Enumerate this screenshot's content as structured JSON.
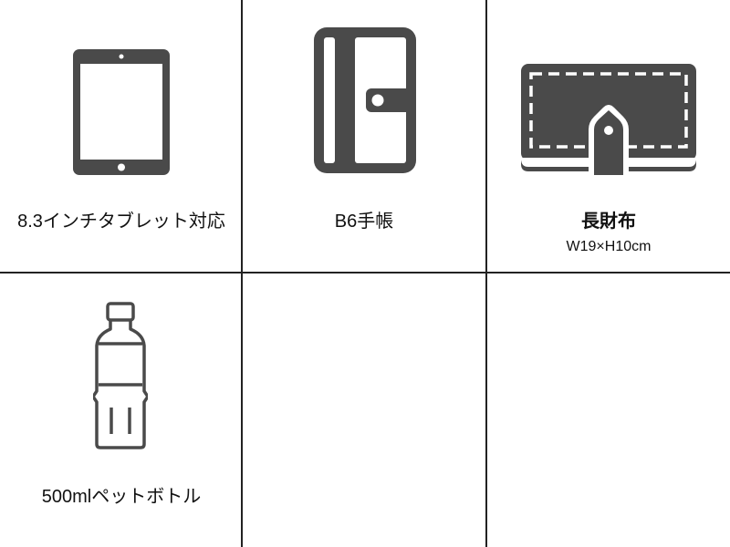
{
  "colors": {
    "icon": "#4a4a4a",
    "grid_line": "#222222",
    "background": "#ffffff",
    "text": "#111111"
  },
  "cells": [
    {
      "label": "8.3インチタブレット対応",
      "icon": "tablet-icon"
    },
    {
      "label": "B6手帳",
      "icon": "notebook-icon"
    },
    {
      "label": "長財布",
      "sublabel": "W19×H10cm",
      "icon": "long-wallet-icon"
    },
    {
      "label": "500mlペットボトル",
      "icon": "plastic-bottle-icon"
    },
    {
      "label": ""
    },
    {
      "label": ""
    }
  ]
}
